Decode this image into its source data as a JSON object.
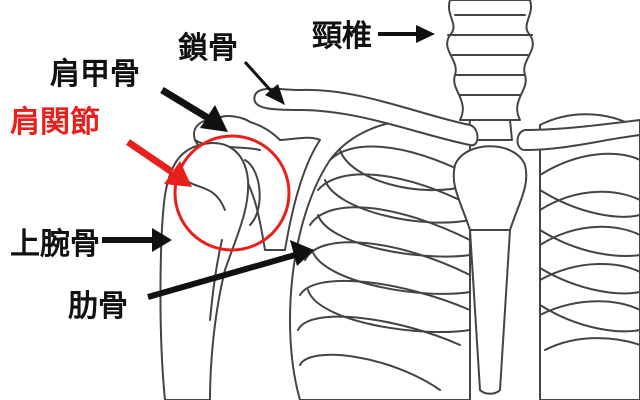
{
  "title": "肩関節の解剖図",
  "labels": {
    "clavicle": "鎖骨",
    "cervical_spine": "頸椎",
    "scapula": "肩甲骨",
    "shoulder_joint": "肩関節",
    "humerus": "上腕骨",
    "ribs": "肋骨"
  },
  "colors": {
    "highlight": "#e8201c",
    "text": "#111111",
    "outline": "#444444"
  }
}
